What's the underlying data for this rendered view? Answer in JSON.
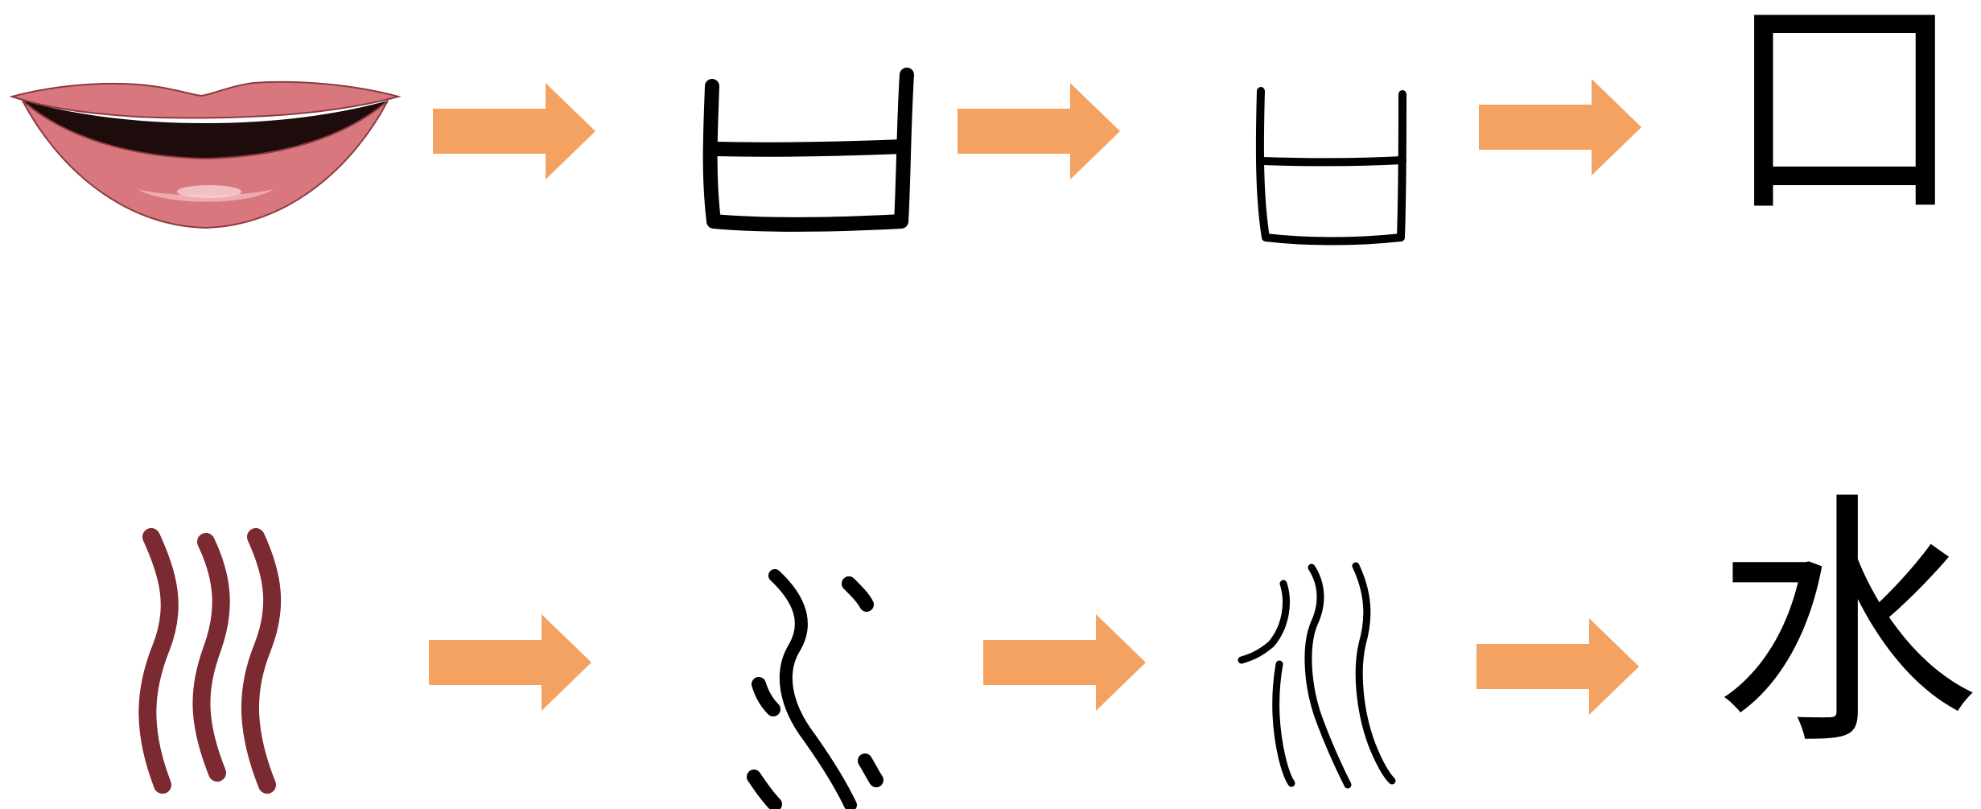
{
  "colors": {
    "arrow": "#F4A261",
    "lip_outer": "#D9777F",
    "lip_shadow": "#B85A63",
    "mouth_inner": "#1E0B0B",
    "water_picture": "#7A2A30",
    "ink": "#000000"
  },
  "rows": [
    {
      "name": "mouth",
      "stages": [
        "lips-picture",
        "oracle-bone-form",
        "bronze-form",
        "modern-character"
      ],
      "modern_character": "口"
    },
    {
      "name": "water",
      "stages": [
        "wavy-lines-picture",
        "oracle-bone-form",
        "seal-form",
        "modern-character"
      ],
      "modern_character": "水"
    }
  ]
}
